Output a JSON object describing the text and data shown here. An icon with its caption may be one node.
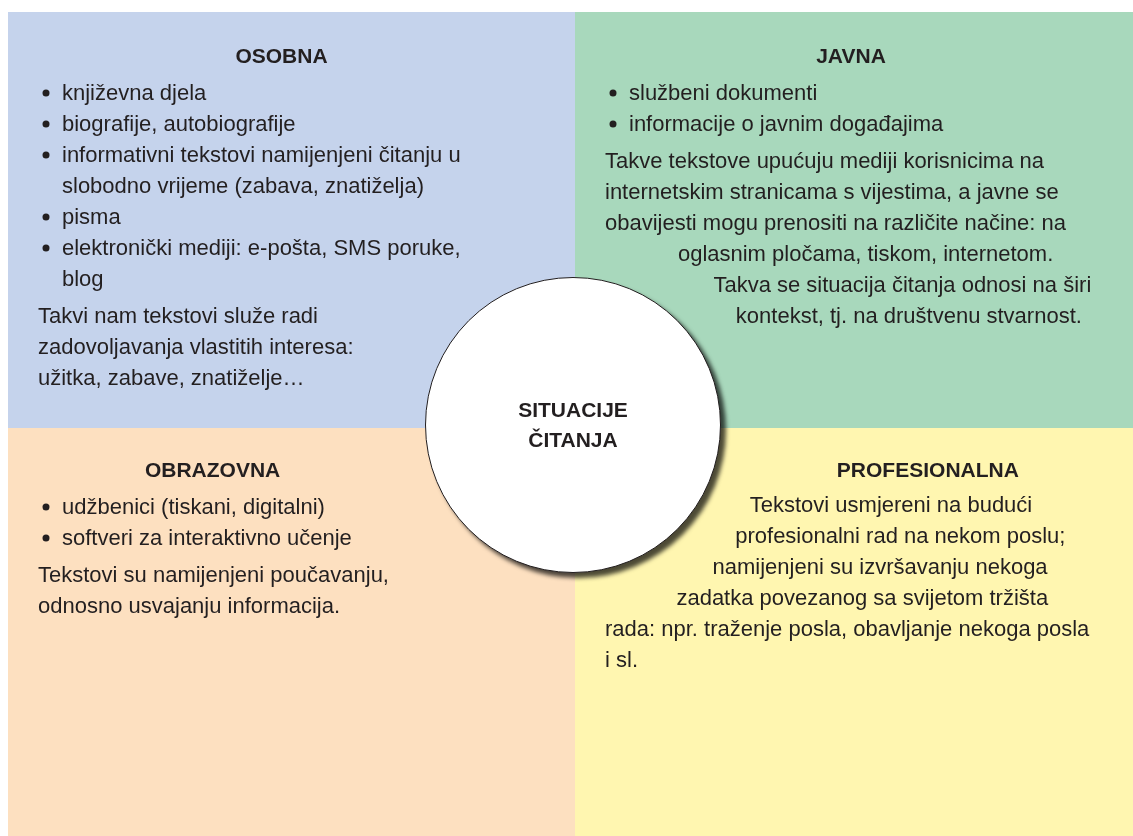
{
  "diagram": {
    "nodes": [
      {
        "text": [
          "OSOBNA",
          "književna djela",
          "biografije, autobiografije",
          "informativni tekstovi namijenjeni čitanju u slobodno vrijeme (zabava, znatiželja)",
          "pisma",
          "elektronički mediji: e-pošta, SMS poruke, blog",
          "Takvi nam tekstovi služe radi zadovoljavanja vlastitih interesa: užitka, zabave, znatiželje…"
        ]
      },
      {
        "text": [
          "JAVNA",
          "službeni dokumenti",
          "informacije o javnim događajima",
          "Takve tekstove upućuju mediji korisnicima na internetskim stranicama s vijestima, a javne se obavijesti mogu prenositi na različite načine: na oglasnim pločama, tiskom, internetom. Takva se situacija čitanja odnosi na širi kontekst, tj. na društvenu stvarnost."
        ]
      },
      {
        "text": [
          "OBRAZOVNA",
          "udžbenici (tiskani, digitalni)",
          "softveri za interaktivno učenje",
          "Tekstovi su namijenjeni poučavanju, odnosno usvajanju informacija."
        ]
      },
      {
        "text": [
          "PROFESIONALNA",
          "Tekstovi usmjereni na budući profesionalni rad na nekom poslu; namijenjeni su izvršavanju nekoga zadatka povezanog sa svijetom tržišta rada: npr. traženje posla, obavljanje nekoga posla i sl."
        ]
      },
      {
        "text": [
          "SITUACIJE ČITANJA"
        ]
      }
    ],
    "edges": []
  }
}
